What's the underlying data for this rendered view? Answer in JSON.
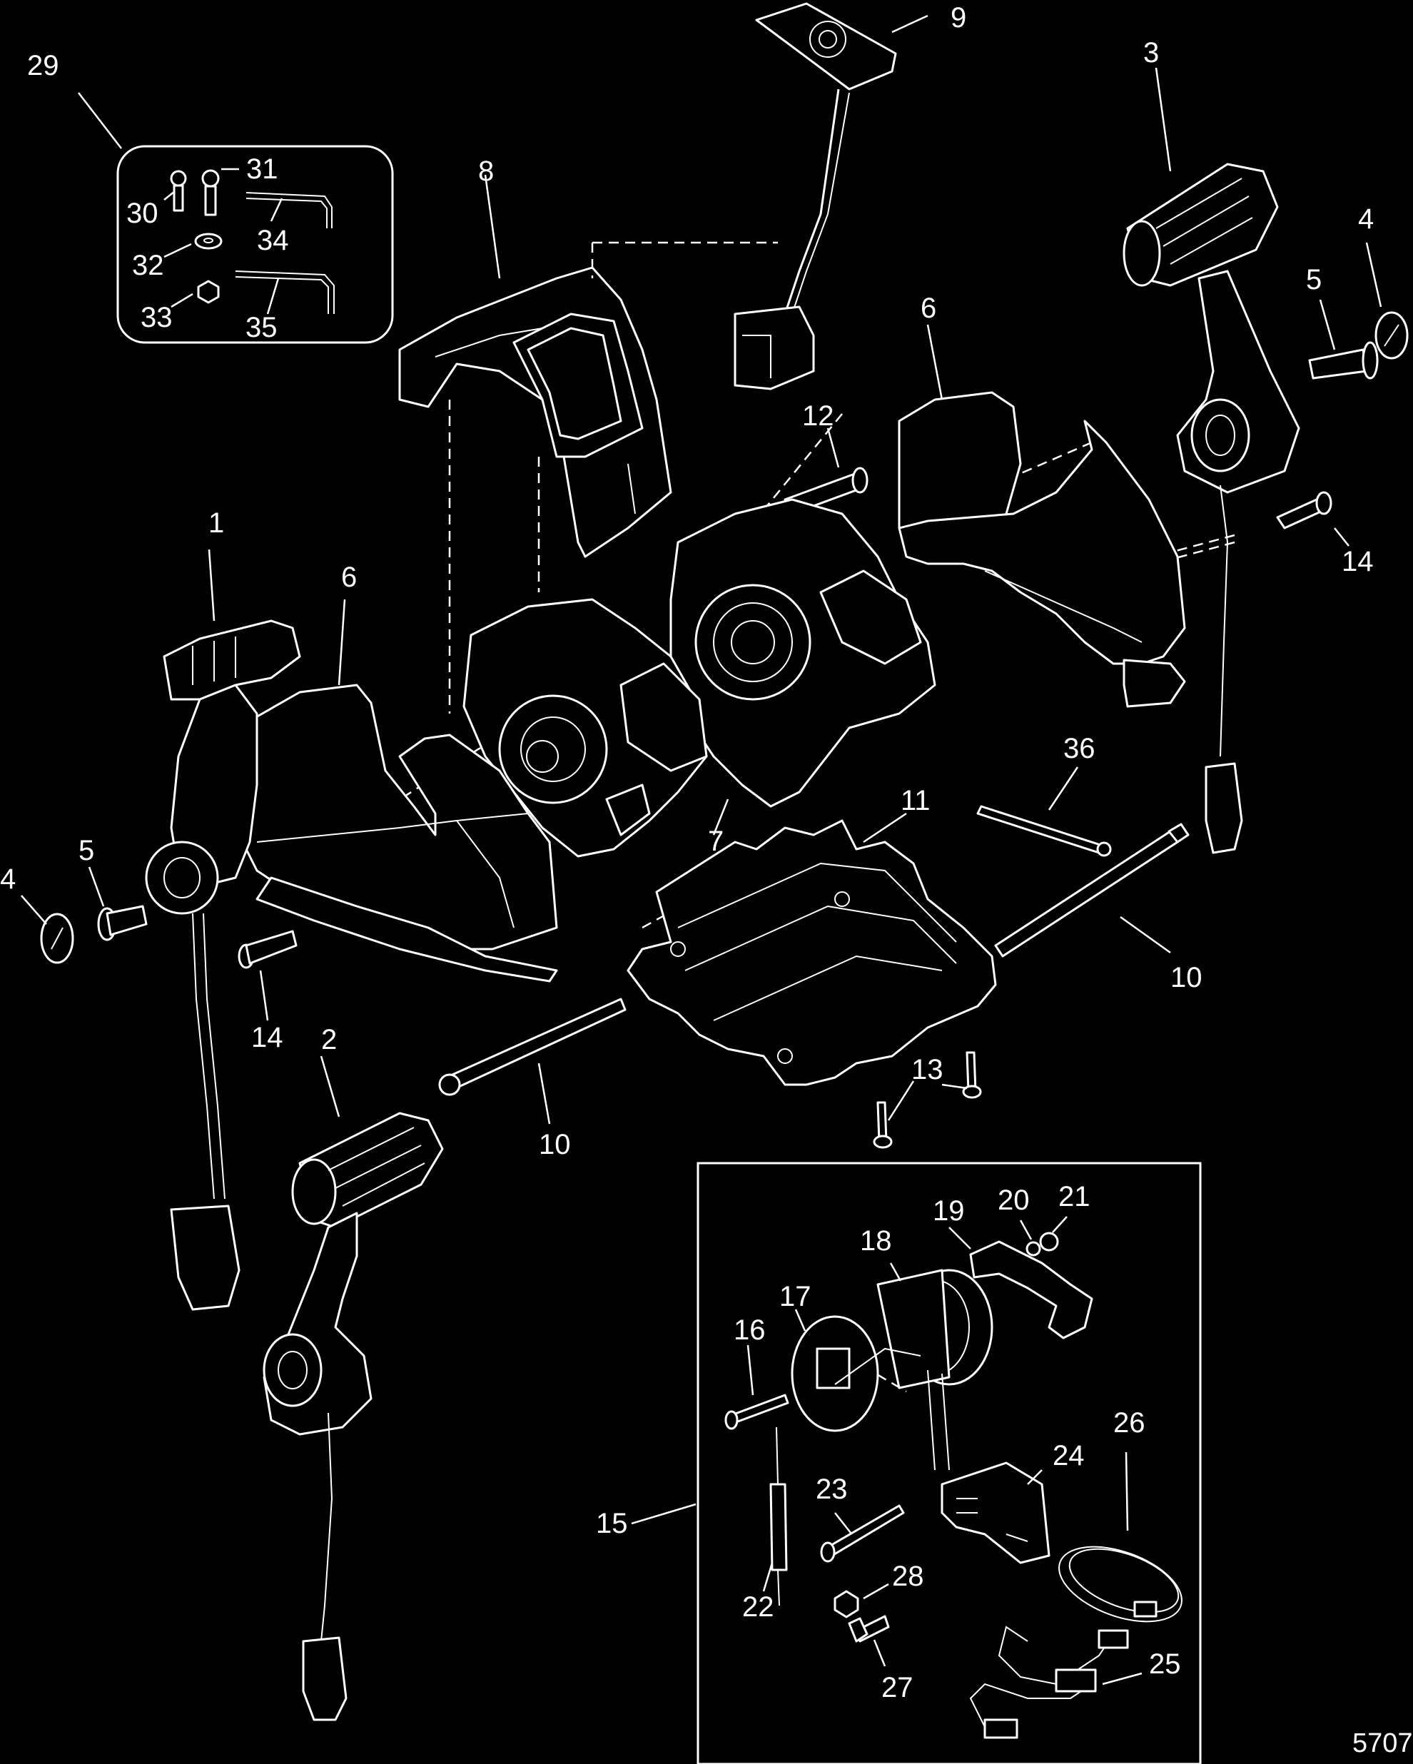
{
  "figure": {
    "reference_number": "5707"
  },
  "callouts": {
    "c1": "1",
    "c2": "2",
    "c3": "3",
    "c4a": "4",
    "c4b": "4",
    "c5a": "5",
    "c5b": "5",
    "c6a": "6",
    "c6b": "6",
    "c7": "7",
    "c8": "8",
    "c9": "9",
    "c10a": "10",
    "c10b": "10",
    "c11": "11",
    "c12": "12",
    "c13": "13",
    "c14a": "14",
    "c14b": "14",
    "c15": "15",
    "c16": "16",
    "c17": "17",
    "c18": "18",
    "c19": "19",
    "c20": "20",
    "c21": "21",
    "c22": "22",
    "c23": "23",
    "c24": "24",
    "c25": "25",
    "c26": "26",
    "c27": "27",
    "c28": "28",
    "c29": "29",
    "c30": "30",
    "c31": "31",
    "c32": "32",
    "c33": "33",
    "c34": "34",
    "c35": "35",
    "c36": "36"
  }
}
